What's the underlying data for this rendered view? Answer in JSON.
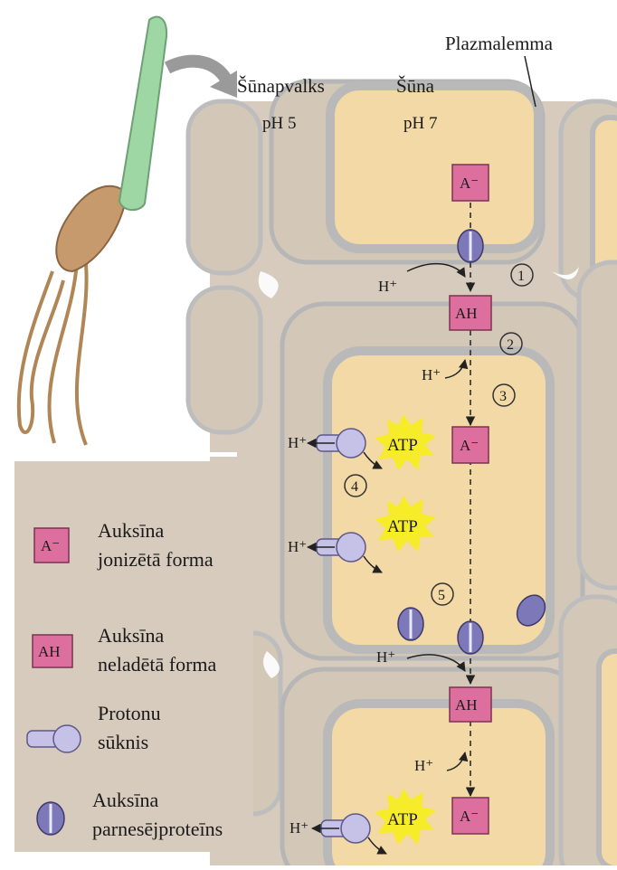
{
  "labels": {
    "plasma_membrane": "Plazmalemma",
    "cell_wall": "Šūnapvalks",
    "cell": "Šūna",
    "ph_wall": "pH 5",
    "ph_cell": "pH 7"
  },
  "molecules": {
    "ionized": "A⁻",
    "neutral": "AH",
    "atp": "ATP",
    "proton": "H⁺"
  },
  "steps": [
    "1",
    "2",
    "3",
    "4",
    "5"
  ],
  "legend": {
    "ionized_line1": "Auksīna",
    "ionized_line2": "jonizētā forma",
    "neutral_line1": "Auksīna",
    "neutral_line2": "neladētā forma",
    "pump_line1": "Protonu",
    "pump_line2": "sūknis",
    "carrier_line1": "Auksīna",
    "carrier_line2": "parnesējproteīns"
  },
  "colors": {
    "wall": "#d6cbbd",
    "cytoplasm": "#f2d9a5",
    "membrane": "#b9b9b9",
    "box_fill": "#dc6f9e",
    "atp_star": "#f6ec29",
    "pump": "#c6c1e7",
    "carrier": "#7d78b8",
    "coleoptile": "#9ed7a3",
    "seed": "#c79a6e",
    "legend_bg": "#d6cbbd"
  }
}
